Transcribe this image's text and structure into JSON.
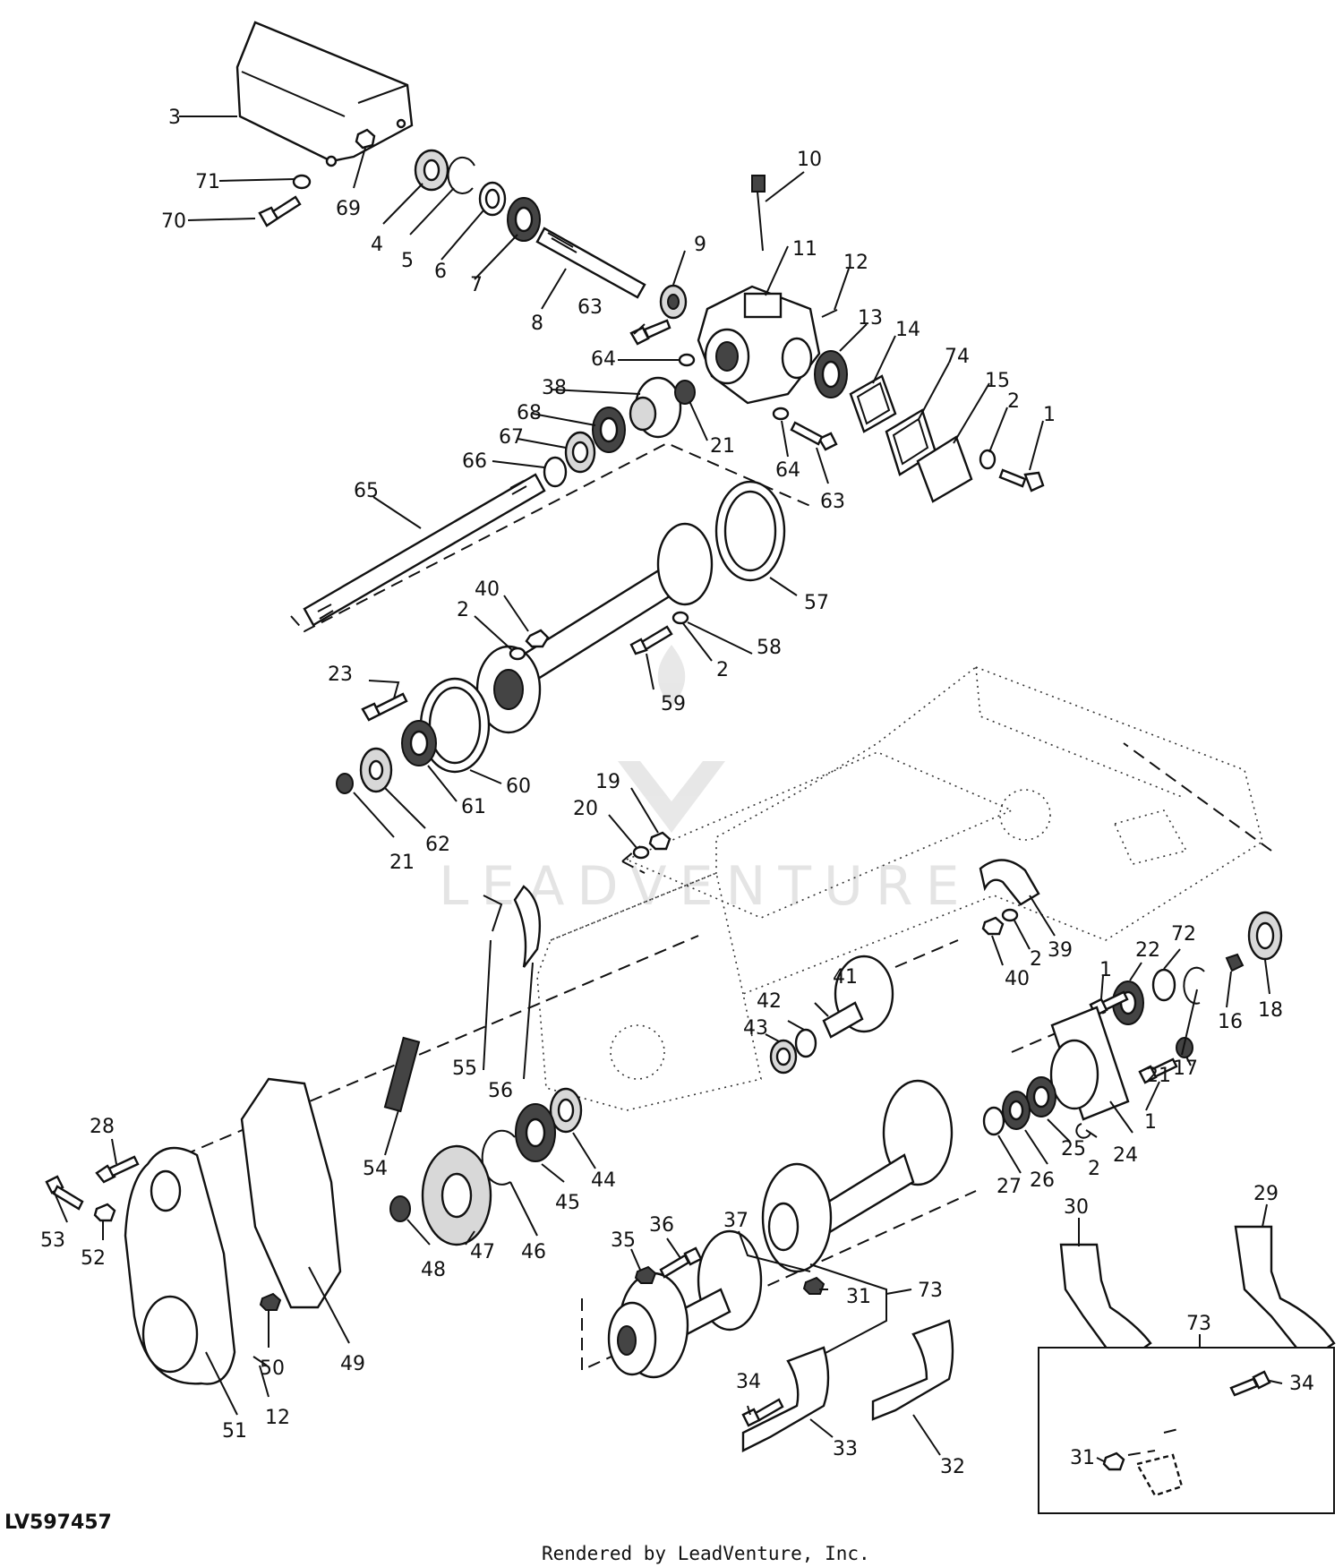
{
  "diagram_id": "LV597457",
  "footer": "Rendered by LeadVenture, Inc.",
  "watermark": "LEADVENTURE",
  "callouts": [
    {
      "id": "c3",
      "text": "3"
    },
    {
      "id": "c71",
      "text": "71"
    },
    {
      "id": "c70",
      "text": "70"
    },
    {
      "id": "c69",
      "text": "69"
    },
    {
      "id": "c4",
      "text": "4"
    },
    {
      "id": "c5",
      "text": "5"
    },
    {
      "id": "c6",
      "text": "6"
    },
    {
      "id": "c7",
      "text": "7"
    },
    {
      "id": "c8",
      "text": "8"
    },
    {
      "id": "c9",
      "text": "9"
    },
    {
      "id": "c10",
      "text": "10"
    },
    {
      "id": "c11",
      "text": "11"
    },
    {
      "id": "c12a",
      "text": "12"
    },
    {
      "id": "c63a",
      "text": "63"
    },
    {
      "id": "c13",
      "text": "13"
    },
    {
      "id": "c14",
      "text": "14"
    },
    {
      "id": "c74",
      "text": "74"
    },
    {
      "id": "c15",
      "text": "15"
    },
    {
      "id": "c2a",
      "text": "2"
    },
    {
      "id": "c1a",
      "text": "1"
    },
    {
      "id": "c64a",
      "text": "64"
    },
    {
      "id": "c38",
      "text": "38"
    },
    {
      "id": "c68",
      "text": "68"
    },
    {
      "id": "c67",
      "text": "67"
    },
    {
      "id": "c66",
      "text": "66"
    },
    {
      "id": "c21a",
      "text": "21"
    },
    {
      "id": "c64b",
      "text": "64"
    },
    {
      "id": "c63b",
      "text": "63"
    },
    {
      "id": "c65",
      "text": "65"
    },
    {
      "id": "c57",
      "text": "57"
    },
    {
      "id": "c40a",
      "text": "40"
    },
    {
      "id": "c2b",
      "text": "2"
    },
    {
      "id": "c58",
      "text": "58"
    },
    {
      "id": "c2c",
      "text": "2"
    },
    {
      "id": "c23",
      "text": "23"
    },
    {
      "id": "c59",
      "text": "59"
    },
    {
      "id": "c60",
      "text": "60"
    },
    {
      "id": "c61",
      "text": "61"
    },
    {
      "id": "c62",
      "text": "62"
    },
    {
      "id": "c21b",
      "text": "21"
    },
    {
      "id": "c19",
      "text": "19"
    },
    {
      "id": "c20",
      "text": "20"
    },
    {
      "id": "c39",
      "text": "39"
    },
    {
      "id": "c2d",
      "text": "2"
    },
    {
      "id": "c40b",
      "text": "40"
    },
    {
      "id": "c22",
      "text": "22"
    },
    {
      "id": "c72",
      "text": "72"
    },
    {
      "id": "c18",
      "text": "18"
    },
    {
      "id": "c16",
      "text": "16"
    },
    {
      "id": "c1b",
      "text": "1"
    },
    {
      "id": "c17",
      "text": "17"
    },
    {
      "id": "c21c",
      "text": "21"
    },
    {
      "id": "c41",
      "text": "41"
    },
    {
      "id": "c42",
      "text": "42"
    },
    {
      "id": "c43",
      "text": "43"
    },
    {
      "id": "c1c",
      "text": "1"
    },
    {
      "id": "c24",
      "text": "24"
    },
    {
      "id": "c25",
      "text": "25"
    },
    {
      "id": "c2e",
      "text": "2"
    },
    {
      "id": "c26",
      "text": "26"
    },
    {
      "id": "c27",
      "text": "27"
    },
    {
      "id": "c55",
      "text": "55"
    },
    {
      "id": "c56",
      "text": "56"
    },
    {
      "id": "c54",
      "text": "54"
    },
    {
      "id": "c44",
      "text": "44"
    },
    {
      "id": "c45",
      "text": "45"
    },
    {
      "id": "c46",
      "text": "46"
    },
    {
      "id": "c47",
      "text": "47"
    },
    {
      "id": "c48",
      "text": "48"
    },
    {
      "id": "c28",
      "text": "28"
    },
    {
      "id": "c53",
      "text": "53"
    },
    {
      "id": "c52",
      "text": "52"
    },
    {
      "id": "c49",
      "text": "49"
    },
    {
      "id": "c50",
      "text": "50"
    },
    {
      "id": "c12b",
      "text": "12"
    },
    {
      "id": "c51",
      "text": "51"
    },
    {
      "id": "c35",
      "text": "35"
    },
    {
      "id": "c36",
      "text": "36"
    },
    {
      "id": "c37",
      "text": "37"
    },
    {
      "id": "c31a",
      "text": "31"
    },
    {
      "id": "c73a",
      "text": "73"
    },
    {
      "id": "c34a",
      "text": "34"
    },
    {
      "id": "c33",
      "text": "33"
    },
    {
      "id": "c32",
      "text": "32"
    },
    {
      "id": "c30",
      "text": "30"
    },
    {
      "id": "c29",
      "text": "29"
    },
    {
      "id": "c73b",
      "text": "73"
    },
    {
      "id": "c34b",
      "text": "34"
    },
    {
      "id": "c31b",
      "text": "31"
    }
  ]
}
